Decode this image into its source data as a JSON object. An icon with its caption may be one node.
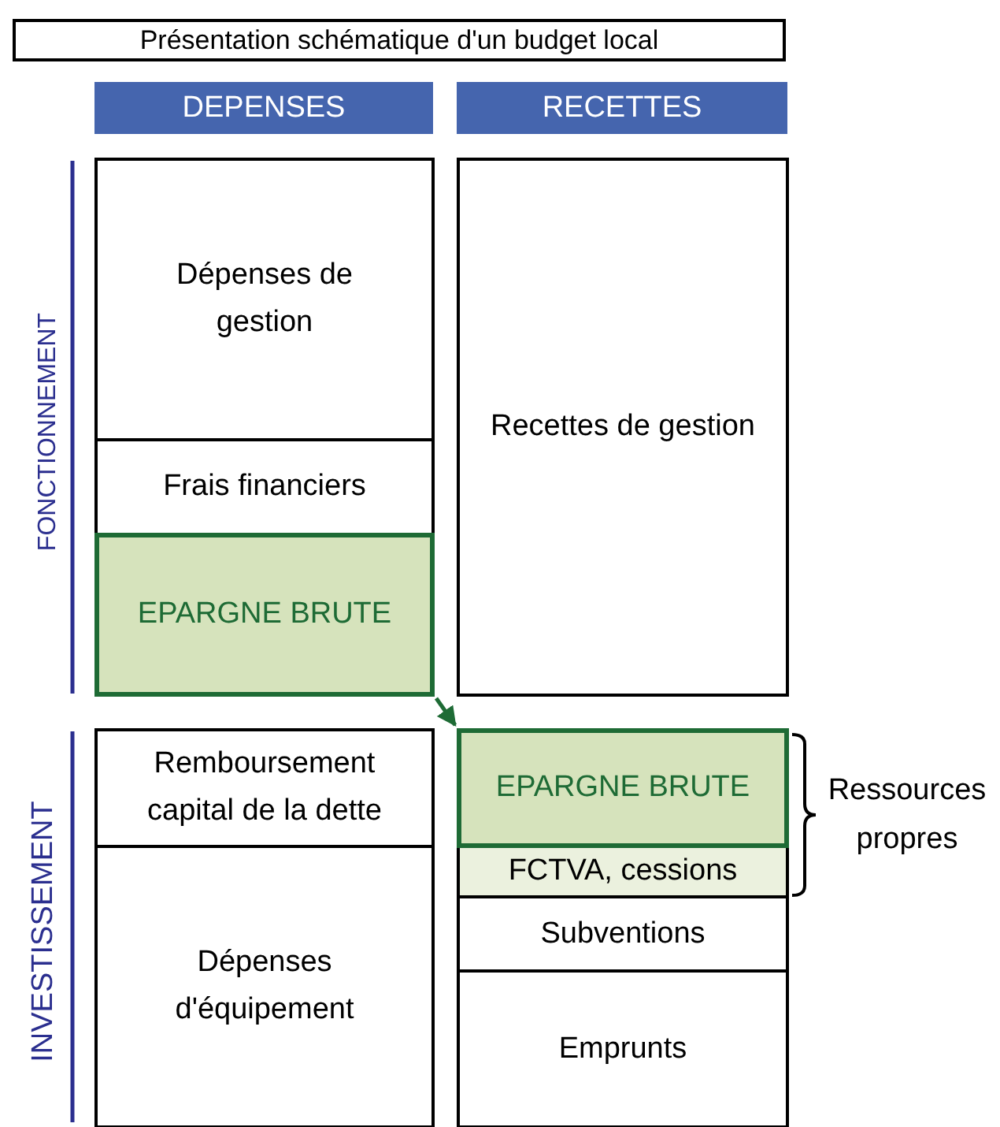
{
  "diagram": {
    "title": "Présentation schématique d'un budget local",
    "nodes": [
      {
        "text": [
          "DEPENSES"
        ]
      },
      {
        "text": [
          "RECETTES"
        ]
      },
      {
        "text": [
          "Dépenses de gestion"
        ]
      },
      {
        "text": [
          "Frais financiers"
        ]
      },
      {
        "text": [
          "EPARGNE BRUTE"
        ]
      },
      {
        "text": [
          "Recettes de gestion"
        ]
      },
      {
        "text": [
          "Remboursement capital de la dette"
        ]
      },
      {
        "text": [
          "Dépenses d'équipement"
        ]
      },
      {
        "text": [
          "EPARGNE BRUTE"
        ]
      },
      {
        "text": [
          "FCTVA, cessions"
        ]
      },
      {
        "text": [
          "Subventions"
        ]
      },
      {
        "text": [
          "Emprunts"
        ]
      }
    ],
    "edges": [
      {
        "from": 4,
        "to": 8,
        "arrow": "to",
        "color": "#1e6b35"
      }
    ],
    "labels": [
      "FONCTIONNEMENT",
      "INVESTISSEMENT",
      "Ressources propres"
    ]
  }
}
